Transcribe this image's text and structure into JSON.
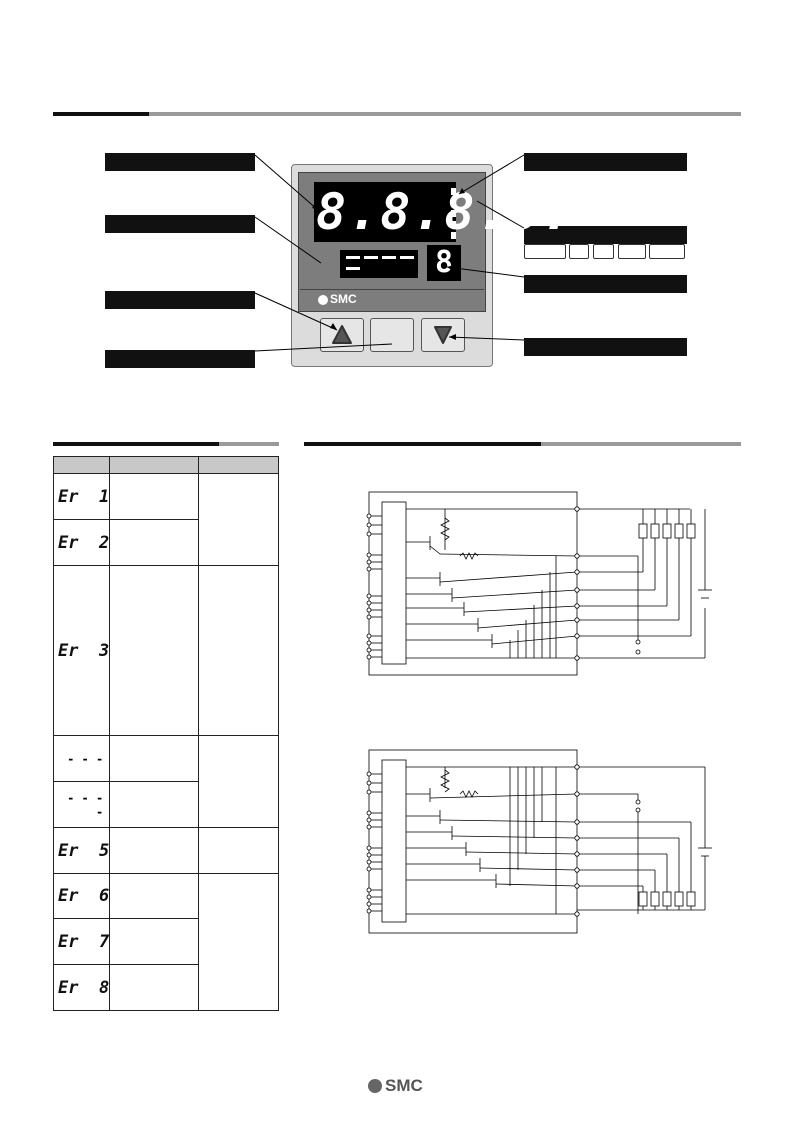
{
  "device": {
    "main_display": "8.8.8.8.",
    "channel_display": "8",
    "brand": "SMC"
  },
  "error_table": {
    "rows": [
      {
        "code": "Er  1"
      },
      {
        "code": "Er  2"
      },
      {
        "code": "Er  3"
      },
      {
        "code": "- - -"
      },
      {
        "code": "- - - -"
      },
      {
        "code": "Er  5"
      },
      {
        "code": "Er  6"
      },
      {
        "code": "Er  7"
      },
      {
        "code": "Er  8"
      }
    ]
  },
  "footer": {
    "brand": "SMC"
  }
}
